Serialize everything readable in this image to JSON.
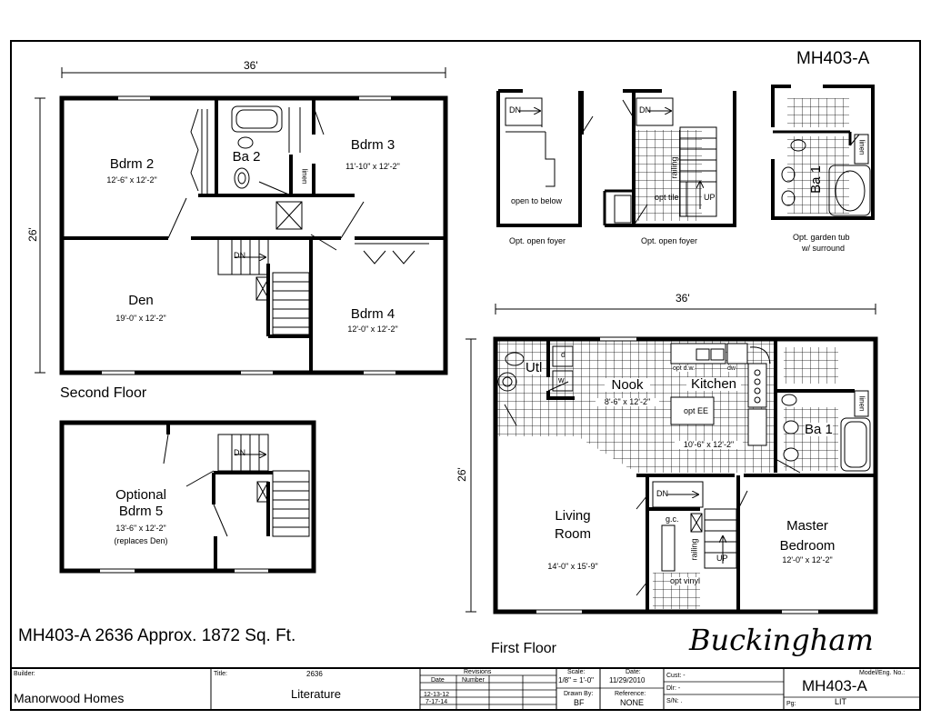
{
  "model_code": "MH403-A",
  "plan_title": "MH403-A 2636  Approx. 1872 Sq. Ft.",
  "brand_name": "Buckingham",
  "second_floor": {
    "label": "Second Floor",
    "width_dim": "36'",
    "depth_dim": "26'",
    "rooms": {
      "bdrm2": {
        "name": "Bdrm 2",
        "size": "12'-6\" x 12'-2\""
      },
      "bdrm3": {
        "name": "Bdrm 3",
        "size": "11'-10\" x 12'-2\""
      },
      "bdrm4": {
        "name": "Bdrm 4",
        "size": "12'-0\" x 12'-2\""
      },
      "den": {
        "name": "Den",
        "size": "19'-0\" x 12'-2\""
      },
      "ba2": {
        "name": "Ba 2"
      },
      "linen": {
        "name": "linen"
      },
      "dn": {
        "name": "DN"
      }
    }
  },
  "optional_bdrm5": {
    "name_line1": "Optional",
    "name_line2": "Bdrm 5",
    "size": "13'-6\" x 12'-2\"",
    "note": "(replaces Den)",
    "dn": "DN"
  },
  "options": {
    "foyer1": {
      "caption": "Opt. open foyer",
      "note": "open to below",
      "dn": "DN"
    },
    "foyer2": {
      "caption": "Opt. open foyer",
      "dn": "DN",
      "railing": "railing",
      "tile": "opt tile",
      "up": "UP"
    },
    "garden_tub": {
      "caption_line1": "Opt. garden tub",
      "caption_line2": "w/ surround",
      "bath": "Ba 1",
      "linen": "linen"
    }
  },
  "first_floor": {
    "label": "First Floor",
    "width_dim": "36'",
    "depth_dim": "26'",
    "rooms": {
      "utl": {
        "name": "Utl",
        "d": "d",
        "w": "w"
      },
      "nook": {
        "name": "Nook",
        "size": "8'-6\" x 12'-2\""
      },
      "kitchen": {
        "name": "Kitchen",
        "size": "10'-6\" x 12'-2\"",
        "opt_dw": "opt d.w.",
        "dw": "dw",
        "opt_ee": "opt EE"
      },
      "ba1": {
        "name": "Ba 1",
        "linen": "linen"
      },
      "living": {
        "name_line1": "Living",
        "name_line2": "Room",
        "size": "14'-0\" x 15'-9\""
      },
      "master": {
        "name_line1": "Master",
        "name_line2": "Bedroom",
        "size": "12'-0\" x 12'-2\""
      },
      "stairs": {
        "dn": "DN",
        "gc": "g.c.",
        "railing": "railing",
        "up": "UP",
        "vinyl": "opt vinyl"
      }
    }
  },
  "title_block": {
    "builder_label": "Builder:",
    "builder_value": "Manorwood Homes",
    "title_label": "Title:",
    "title_number": "2636",
    "title_value": "Literature",
    "revisions_label": "Revisions",
    "date_col": "Date",
    "number_col": "Number",
    "revision_dates": [
      "12-13-12",
      "7-17-14"
    ],
    "scale_label": "Scale:",
    "scale_value": "1/8\" = 1'-0\"",
    "drawn_label": "Drawn By:",
    "drawn_value": "BF",
    "date_label": "Date:",
    "date_value": "11/29/2010",
    "reference_label": "Reference:",
    "reference_value": "NONE",
    "cust_label": "Cust: -",
    "dlr_label": "Dlr:   -",
    "sn_label": "S/N:   .",
    "model_label": "Model/Eng. No.:",
    "model_value": "MH403-A",
    "pg_label": "Pg:",
    "pg_value": "LIT"
  }
}
